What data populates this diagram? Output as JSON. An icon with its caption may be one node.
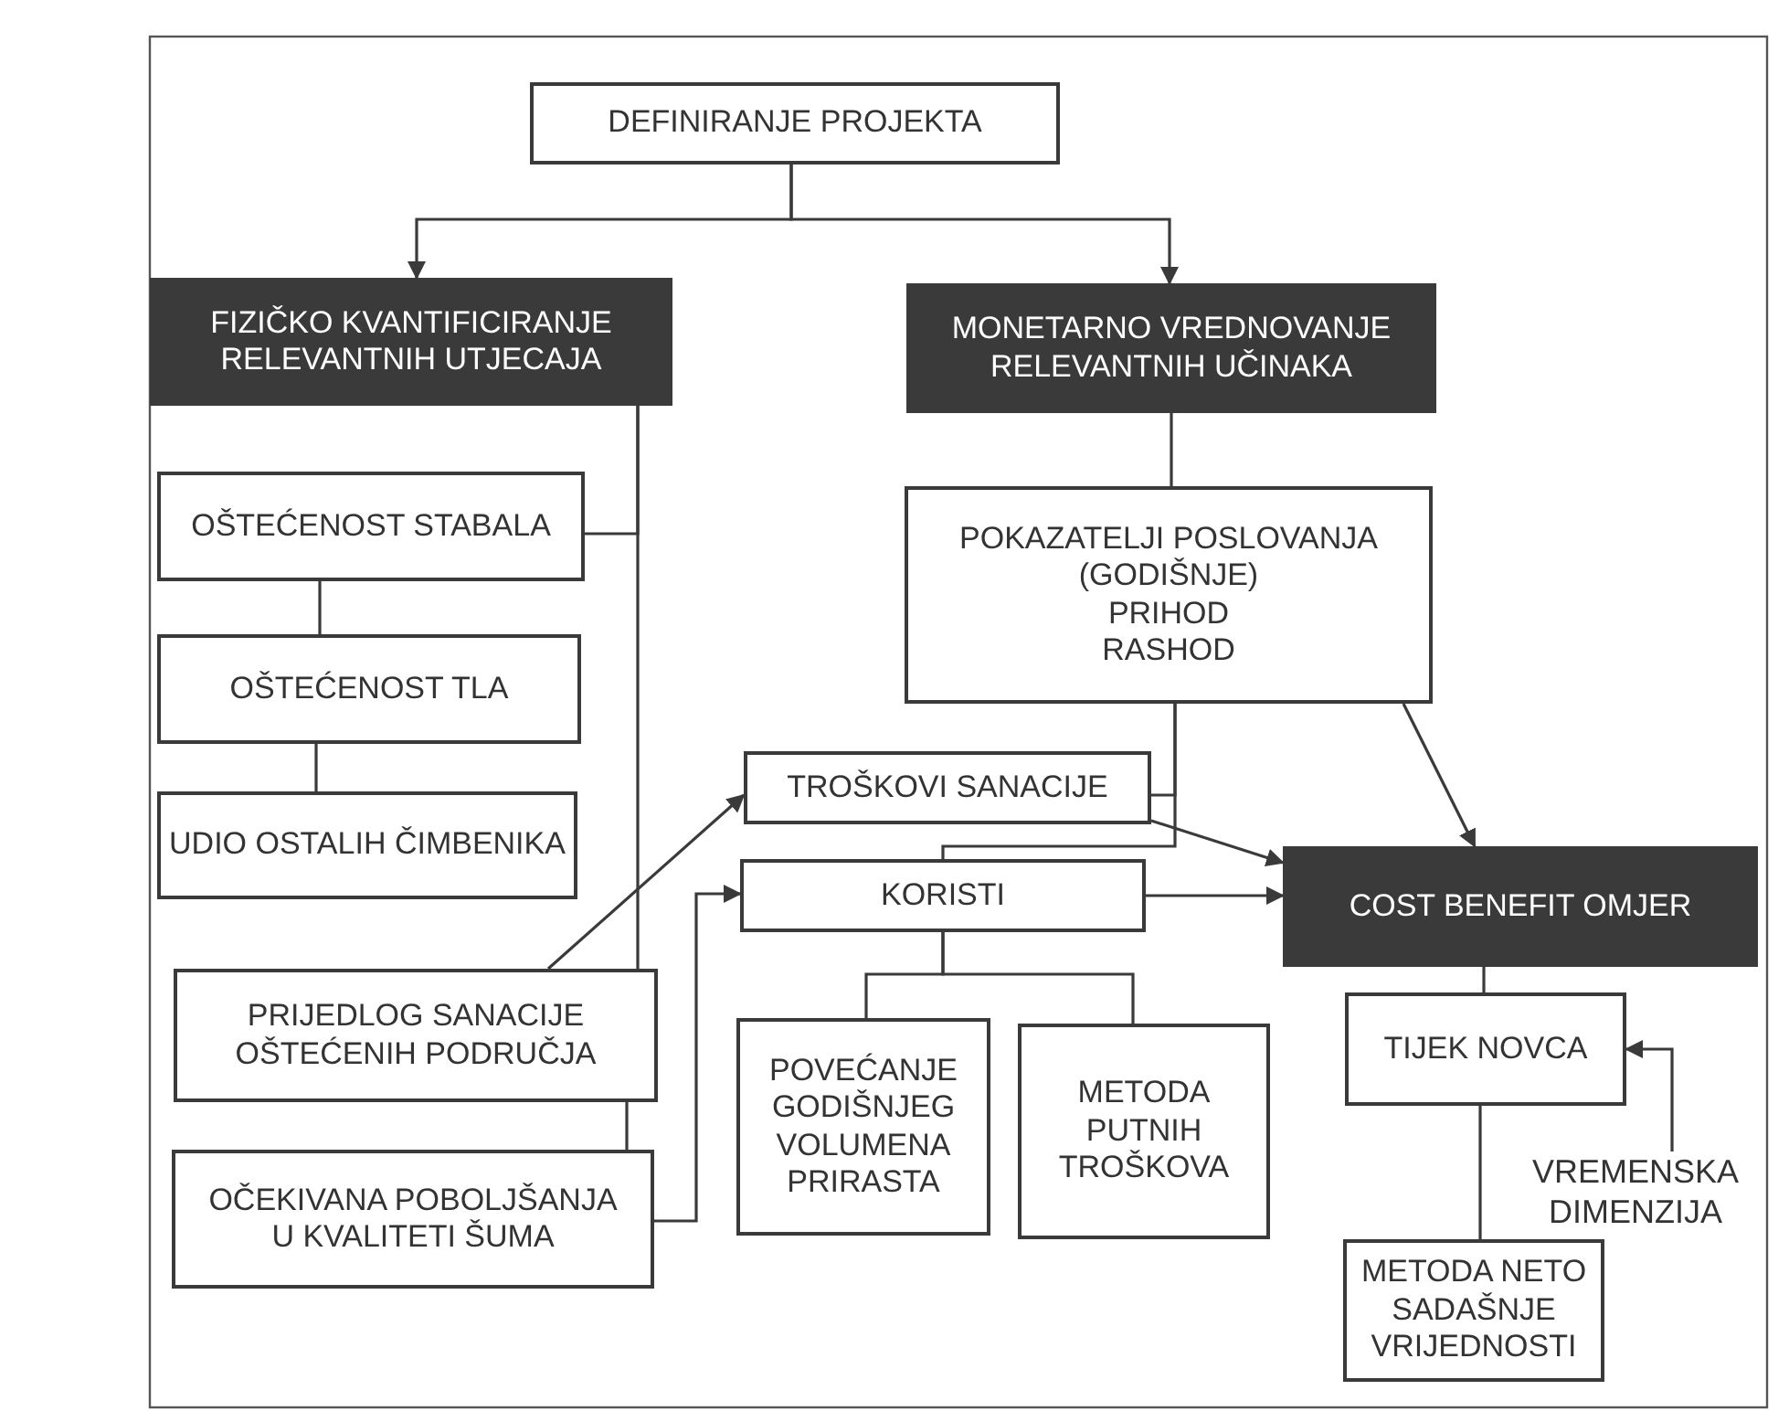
{
  "diagram": {
    "nodes": [
      {
        "text": [
          "DEFINIRANJE PROJEKTA"
        ]
      },
      {
        "text": [
          "FIZIČKO KVANTIFICIRANJE RELEVANTNIH UTJECAJA"
        ]
      },
      {
        "text": [
          "MONETARNO VREDNOVANJE RELEVANTNIH UČINAKA"
        ]
      },
      {
        "text": [
          "OŠTEĆENOST STABALA"
        ]
      },
      {
        "text": [
          "OŠTEĆENOST TLA"
        ]
      },
      {
        "text": [
          "UDIO OSTALIH ČIMBENIKA"
        ]
      },
      {
        "text": [
          "POKAZATELJI POSLOVANJA (GODIŠNJE)",
          "PRIHOD",
          "RASHOD"
        ]
      },
      {
        "text": [
          "TROŠKOVI SANACIJE"
        ]
      },
      {
        "text": [
          "KORISTI"
        ]
      },
      {
        "text": [
          "COST BENEFIT OMJER"
        ]
      },
      {
        "text": [
          "PRIJEDLOG SANACIJE OŠTEĆENIH PODRUČJA"
        ]
      },
      {
        "text": [
          "OČEKIVANA POBOLJŠANJA U KVALITETI ŠUMA"
        ]
      },
      {
        "text": [
          "POVEĆANJE GODIŠNJEG VOLUMENA PRIRASTA"
        ]
      },
      {
        "text": [
          "METODA PUTNIH TROŠKOVA"
        ]
      },
      {
        "text": [
          "TIJEK NOVCA"
        ]
      },
      {
        "text": [
          "VREMENSKA DIMENZIJA"
        ]
      },
      {
        "text": [
          "METODA NETO SADAŠNJE VRIJEDNOSTI"
        ]
      }
    ],
    "edges": [
      {
        "from": 0,
        "to": 1,
        "arrow": "to"
      },
      {
        "from": 0,
        "to": 2,
        "arrow": "to"
      },
      {
        "from": 1,
        "to": 3,
        "arrow": "none"
      },
      {
        "from": 1,
        "to": 10,
        "arrow": "none"
      },
      {
        "from": 3,
        "to": 4,
        "arrow": "none"
      },
      {
        "from": 4,
        "to": 5,
        "arrow": "none"
      },
      {
        "from": 10,
        "to": 11,
        "arrow": "none"
      },
      {
        "from": 2,
        "to": 6,
        "arrow": "none"
      },
      {
        "from": 6,
        "to": 7,
        "arrow": "none"
      },
      {
        "from": 6,
        "to": 8,
        "arrow": "none"
      },
      {
        "from": 6,
        "to": 9,
        "arrow": "to"
      },
      {
        "from": 7,
        "to": 9,
        "arrow": "to"
      },
      {
        "from": 8,
        "to": 9,
        "arrow": "to"
      },
      {
        "from": 10,
        "to": 7,
        "arrow": "to"
      },
      {
        "from": 11,
        "to": 8,
        "arrow": "to"
      },
      {
        "from": 8,
        "to": 12,
        "arrow": "none"
      },
      {
        "from": 8,
        "to": 13,
        "arrow": "none"
      },
      {
        "from": 9,
        "to": 14,
        "arrow": "none"
      },
      {
        "from": 15,
        "to": 14,
        "arrow": "to"
      },
      {
        "from": 14,
        "to": 16,
        "arrow": "none"
      }
    ]
  }
}
